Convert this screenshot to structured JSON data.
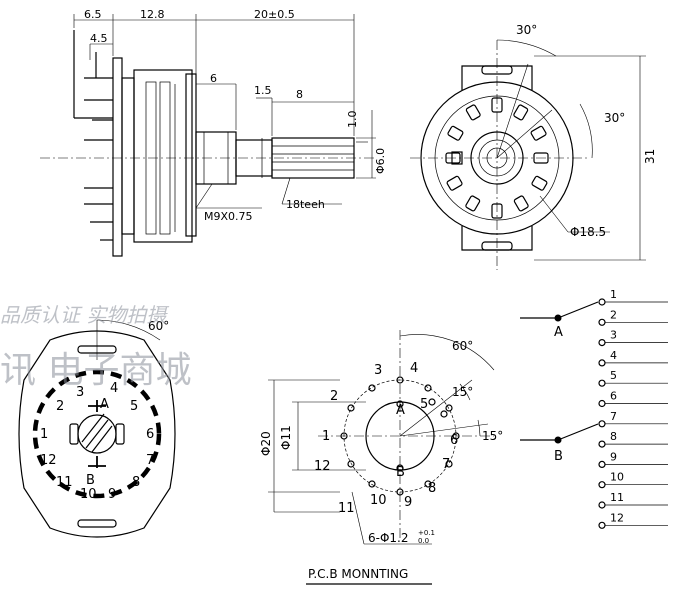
{
  "side_view": {
    "dims": [
      "6.5",
      "4.5",
      "12.8",
      "20±0.5",
      "6",
      "1.5",
      "8",
      "1.0",
      "Φ6.0"
    ],
    "thread_label": "M9X0.75",
    "teeth_label": "18teeh"
  },
  "front_view": {
    "angle_top": "30°",
    "angle_right": "30°",
    "height_dim": "31",
    "diameter_label": "Φ18.5"
  },
  "contact_view": {
    "angle": "60°",
    "terminals": [
      "1",
      "2",
      "3",
      "4",
      "5",
      "6",
      "7",
      "8",
      "9",
      "10",
      "11",
      "12"
    ],
    "pole_a": "A",
    "pole_b": "B"
  },
  "pcb_mounting": {
    "angle_60": "60°",
    "angle_15a": "15°",
    "angle_15b": "15°",
    "dia_outer": "Φ20",
    "dia_inner": "Φ11",
    "hole_spec": "6-Φ1.2",
    "hole_tol_upper": "+0.1",
    "hole_tol_lower": "0.0",
    "terminals": [
      "1",
      "2",
      "3",
      "4",
      "5",
      "6",
      "7",
      "8",
      "9",
      "10",
      "11",
      "12"
    ],
    "pole_a": "A",
    "pole_b": "B",
    "caption": "P.C.B MONNTING"
  },
  "schematic": {
    "pole_a": "A",
    "pole_b": "B",
    "positions": [
      "1",
      "2",
      "3",
      "4",
      "5",
      "6",
      "7",
      "8",
      "9",
      "10",
      "11",
      "12"
    ]
  },
  "watermark": {
    "line1": "品质认证 实物拍摄",
    "line2": "讯 电子商城"
  }
}
